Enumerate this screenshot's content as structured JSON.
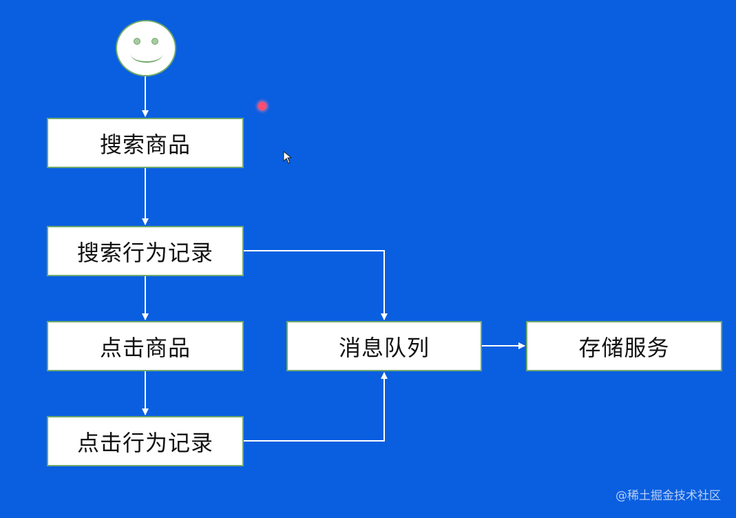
{
  "nodes": {
    "search_product": "搜索商品",
    "search_behavior_log": "搜索行为记录",
    "click_product": "点击商品",
    "click_behavior_log": "点击行为记录",
    "message_queue": "消息队列",
    "storage_service": "存储服务"
  },
  "start_icon": "smiley-face-icon",
  "watermark": "@稀土掘金技术社区",
  "colors": {
    "background": "#0a5fe0",
    "node_fill": "#ffffff",
    "node_border": "#6fa86a",
    "arrow": "#ffffff"
  }
}
